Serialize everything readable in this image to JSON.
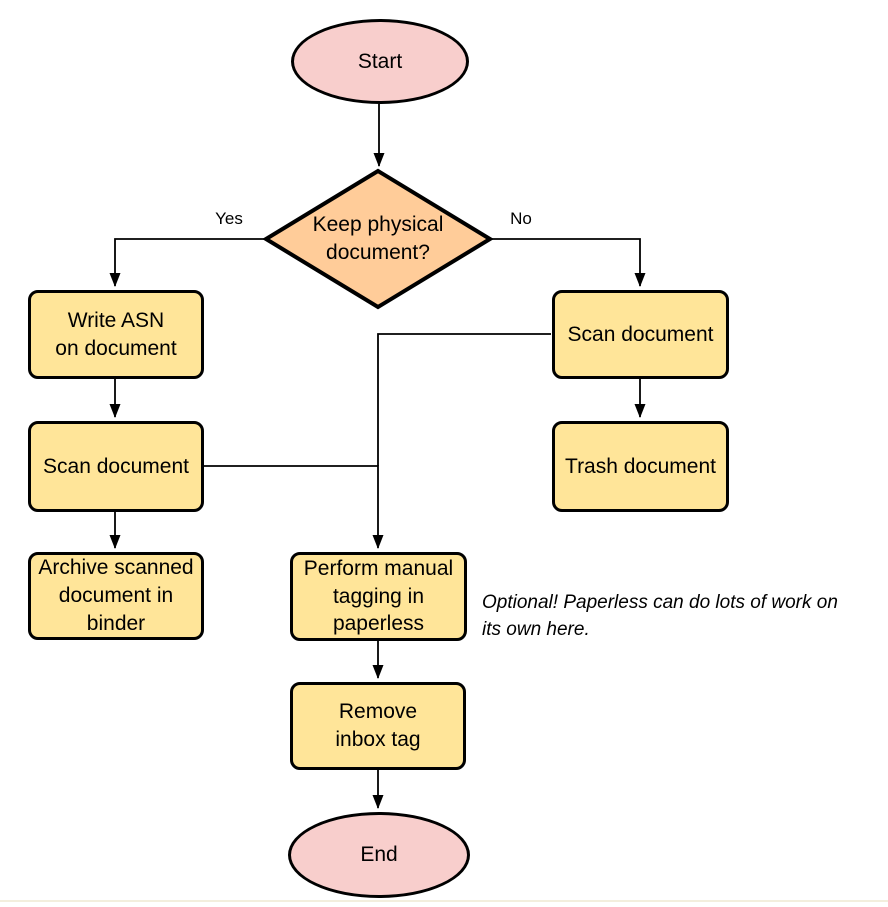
{
  "flowchart": {
    "nodes": {
      "start": {
        "label": "Start",
        "type": "terminal"
      },
      "decision": {
        "label": "Keep physical\ndocument?",
        "type": "decision"
      },
      "write_asn": {
        "label": "Write ASN\non document",
        "type": "process"
      },
      "scan_left": {
        "label": "Scan document",
        "type": "process"
      },
      "archive": {
        "label": "Archive scanned\ndocument in\nbinder",
        "type": "process"
      },
      "scan_right": {
        "label": "Scan document",
        "type": "process"
      },
      "trash": {
        "label": "Trash document",
        "type": "process"
      },
      "tagging": {
        "label": "Perform manual\ntagging in\npaperless",
        "type": "process"
      },
      "remove_tag": {
        "label": "Remove\ninbox tag",
        "type": "process"
      },
      "end": {
        "label": "End",
        "type": "terminal"
      }
    },
    "edge_labels": {
      "yes": "Yes",
      "no": "No"
    },
    "note": "Optional! Paperless can do lots of work on\nits own here.",
    "colors": {
      "terminal_fill": "#f8cecc",
      "decision_fill": "#ffcc99",
      "process_fill": "#ffe599",
      "stroke": "#000000",
      "background": "#ffffff",
      "bottom_rule": "#f3eedd"
    }
  }
}
